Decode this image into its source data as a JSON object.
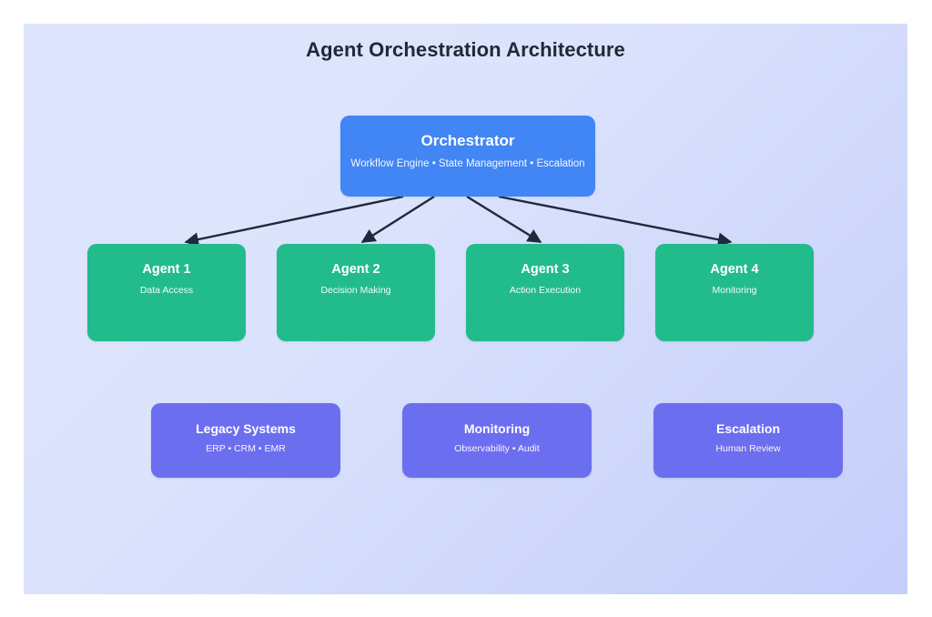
{
  "diagram": {
    "title": "Agent Orchestration Architecture",
    "colors": {
      "canvas_gradient_start": "#dfe5fd",
      "canvas_gradient_end": "#c4cefa",
      "orchestrator": "#4285f4",
      "agent": "#22bc8c",
      "system": "#6c6ef0",
      "arrow": "#1e293b",
      "title_text": "#1f2937"
    },
    "orchestrator": {
      "title": "Orchestrator",
      "subtitle": "Workflow Engine • State Management • Escalation"
    },
    "agents": [
      {
        "title": "Agent 1",
        "subtitle": "Data Access"
      },
      {
        "title": "Agent 2",
        "subtitle": "Decision Making"
      },
      {
        "title": "Agent 3",
        "subtitle": "Action Execution"
      },
      {
        "title": "Agent 4",
        "subtitle": "Monitoring"
      }
    ],
    "systems": [
      {
        "title": "Legacy Systems",
        "subtitle": "ERP • CRM • EMR"
      },
      {
        "title": "Monitoring",
        "subtitle": "Observability • Audit"
      },
      {
        "title": "Escalation",
        "subtitle": "Human Review"
      }
    ],
    "connections": [
      {
        "from": "Orchestrator",
        "to": "Agent 1"
      },
      {
        "from": "Orchestrator",
        "to": "Agent 2"
      },
      {
        "from": "Orchestrator",
        "to": "Agent 3"
      },
      {
        "from": "Orchestrator",
        "to": "Agent 4"
      }
    ]
  }
}
